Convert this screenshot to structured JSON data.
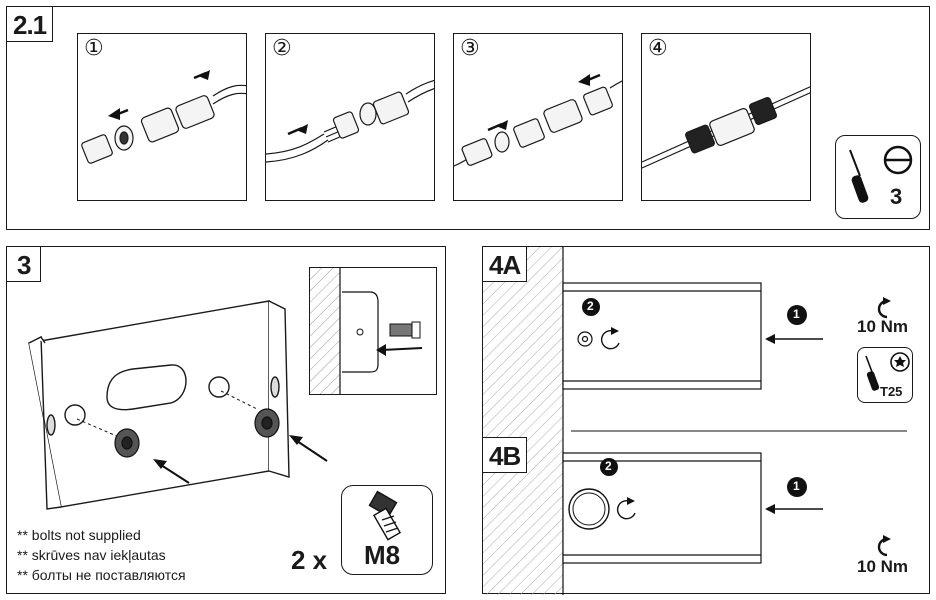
{
  "panel_21": {
    "tag": "2.1",
    "frames": [
      {
        "num": "①"
      },
      {
        "num": "②"
      },
      {
        "num": "③"
      },
      {
        "num": "④"
      }
    ],
    "tool": {
      "count": "3",
      "icon": "flat-screwdriver-icon"
    }
  },
  "panel_3": {
    "tag": "3",
    "notes": [
      "** bolts not supplied",
      "** skrūves nav iekļautas",
      "** болты не поставляются"
    ],
    "quantity": "2 x",
    "bolt_size": "M8"
  },
  "panel_4": {
    "tag_a": "4A",
    "tag_b": "4B",
    "step1": "1",
    "step2": "2",
    "torque_a": "10 Nm",
    "torque_b": "10 Nm",
    "tool_a": "T25"
  }
}
